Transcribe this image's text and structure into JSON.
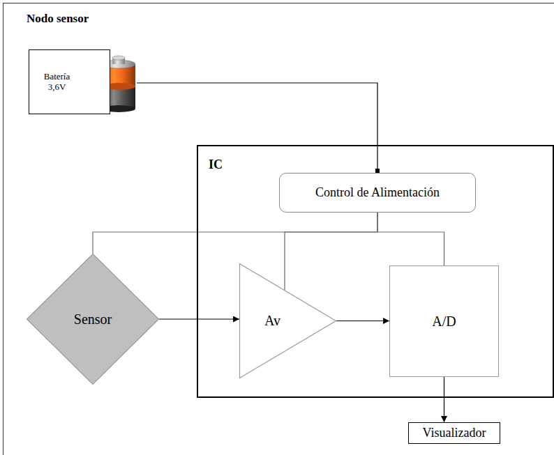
{
  "diagram": {
    "nodes": [
      {
        "text": [
          "Nodo sensor"
        ]
      },
      {
        "text": [
          "Batería 3,6V"
        ],
        "in": 0
      },
      {
        "text": [
          "IC"
        ],
        "in": 0
      },
      {
        "text": [
          "Control de Alimentación"
        ],
        "in": 2
      },
      {
        "text": [
          "Sensor"
        ],
        "in": 0
      },
      {
        "text": [
          "Av"
        ],
        "in": 2
      },
      {
        "text": [
          "A/D"
        ],
        "in": 2
      },
      {
        "text": [
          "Visualizador"
        ],
        "in": 0
      }
    ],
    "edges": [
      {
        "from": 1,
        "to": 3,
        "arrow": "none"
      },
      {
        "from": 3,
        "to": 4,
        "arrow": "none"
      },
      {
        "from": 3,
        "to": 5,
        "arrow": "none"
      },
      {
        "from": 3,
        "to": 6,
        "arrow": "none"
      },
      {
        "from": 4,
        "to": 5,
        "arrow": "to"
      },
      {
        "from": 5,
        "to": 6,
        "arrow": "to"
      },
      {
        "from": 6,
        "to": 7,
        "arrow": "to"
      }
    ]
  }
}
